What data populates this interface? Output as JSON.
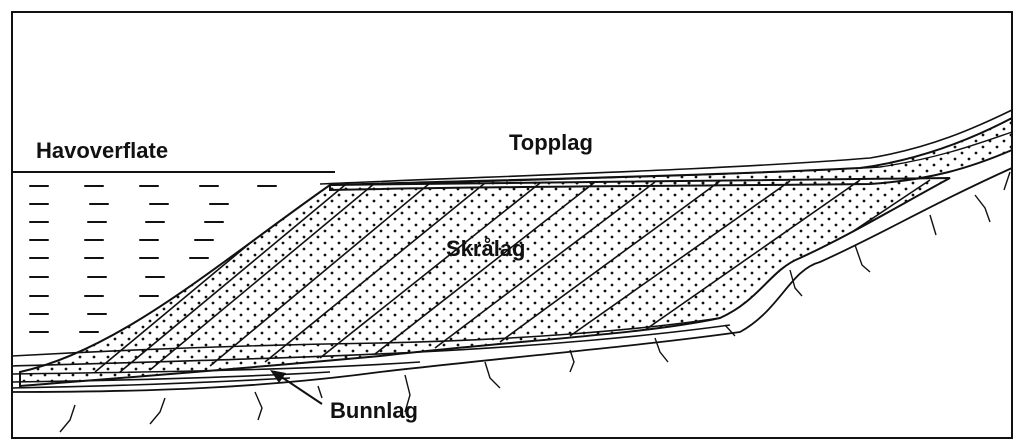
{
  "diagram": {
    "labels": {
      "sea_surface": "Havoverflate",
      "top_layer": "Topplag",
      "foreset_layer": "Skrålag",
      "bottom_layer": "Bunnlag"
    }
  }
}
